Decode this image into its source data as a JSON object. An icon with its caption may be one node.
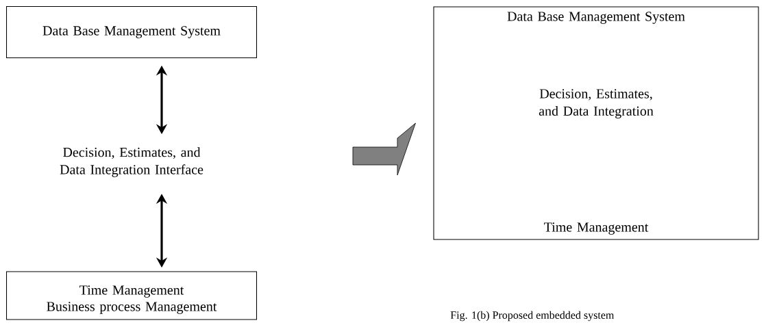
{
  "diagram": {
    "caption": "Fig. 1(b) Proposed embedded system",
    "nodes": [
      {
        "text": [
          "Data Base Management System"
        ]
      },
      {
        "text": [
          "Decision, Estimates, and Data Integration Interface"
        ]
      },
      {
        "text": [
          "Time Management",
          "Business process Management"
        ]
      },
      {
        "text": [
          "Data Base Management System",
          "Decision, Estimates, and Data Integration",
          "Time Management"
        ]
      }
    ],
    "edges": [
      {
        "from": 0,
        "to": 1,
        "arrow": "both"
      },
      {
        "from": 1,
        "to": 2,
        "arrow": "both"
      },
      {
        "from": null,
        "to": 3,
        "arrow": "to",
        "style": "thick",
        "color": "#808080"
      }
    ]
  }
}
